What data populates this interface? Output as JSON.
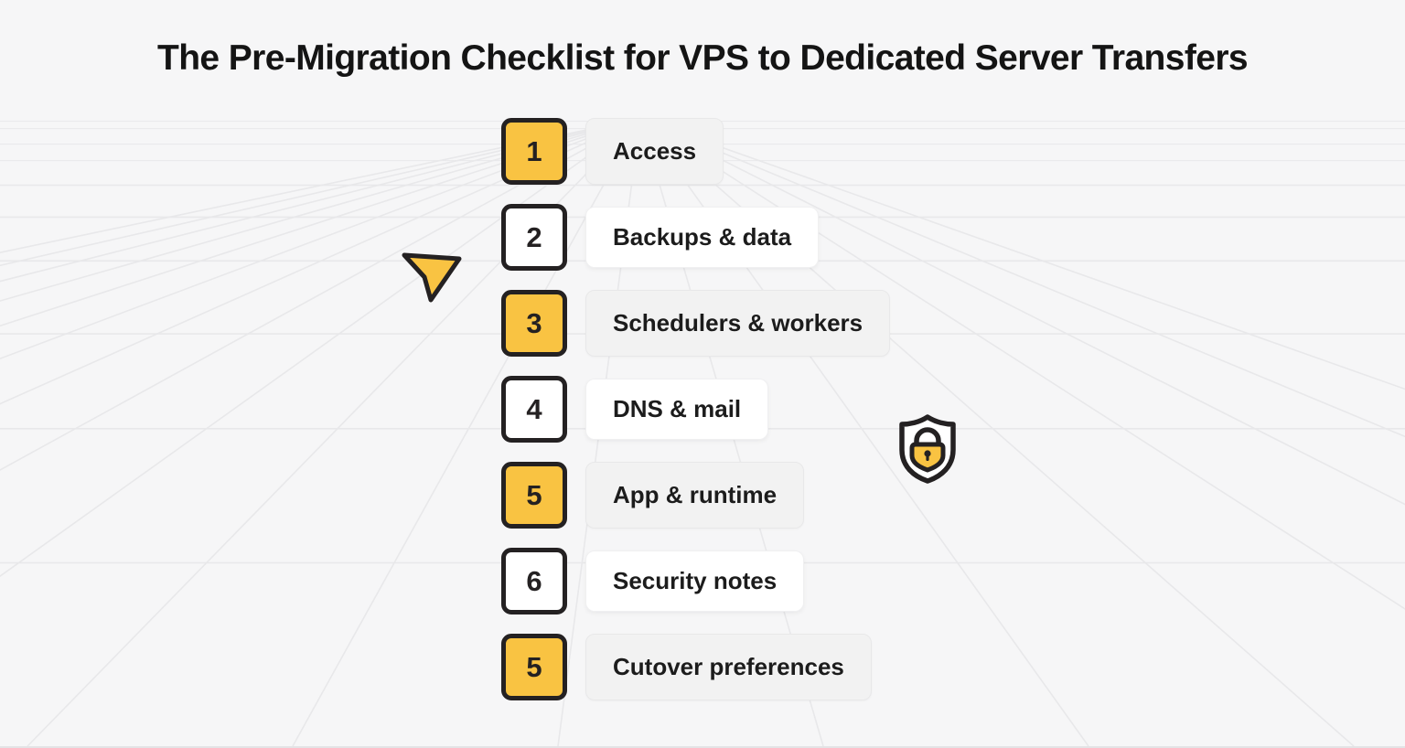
{
  "title": "The Pre-Migration Checklist for VPS to Dedicated Server Transfers",
  "checklist": {
    "items": [
      {
        "number": "1",
        "label": "Access",
        "highlighted": true
      },
      {
        "number": "2",
        "label": "Backups & data",
        "highlighted": false
      },
      {
        "number": "3",
        "label": "Schedulers & workers",
        "highlighted": true
      },
      {
        "number": "4",
        "label": "DNS & mail",
        "highlighted": false
      },
      {
        "number": "5",
        "label": "App & runtime",
        "highlighted": true
      },
      {
        "number": "6",
        "label": "Security notes",
        "highlighted": false
      },
      {
        "number": "5",
        "label": "Cutover preferences",
        "highlighted": true
      }
    ]
  },
  "icons": {
    "cursor": "cursor-arrow-icon",
    "shield": "shield-lock-icon"
  },
  "colors": {
    "accent": "#F9C342",
    "ink": "#242122",
    "background": "#F6F6F7",
    "grid_line": "#E8E8EA",
    "pill_gray": "#F2F2F2",
    "pill_white": "#FFFFFF"
  }
}
